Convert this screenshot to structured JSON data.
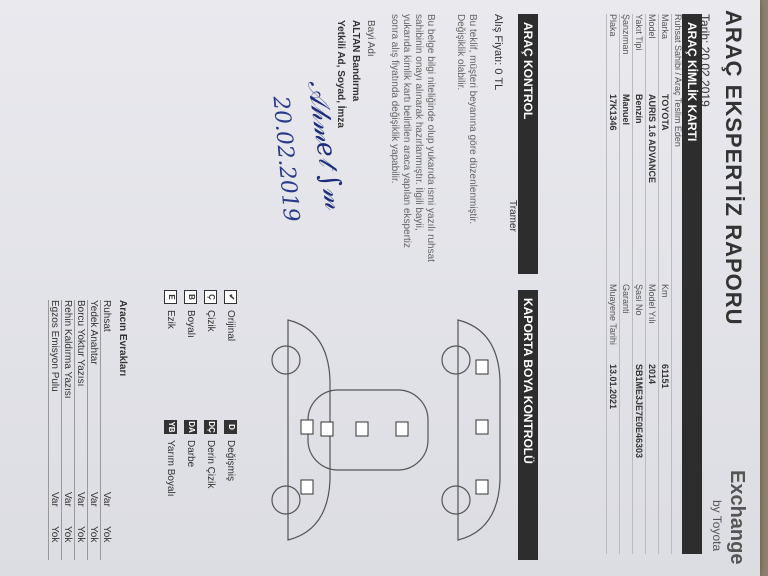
{
  "doc": {
    "title": "ARAÇ EKSPERTİZ RAPORU",
    "date": "Tarih: 20.02.2019",
    "brand": "Exchange",
    "brand_sub": "by Toyota",
    "kimlik_header": "ARAÇ KİMLİK KARTI",
    "kimlik": [
      {
        "label": "Ruhsat Sahibi / Araç Teslim Eden",
        "value": ""
      },
      {
        "label": "Marka",
        "value": "TOYOTA",
        "label2": "Km",
        "value2": "61151"
      },
      {
        "label": "Model",
        "value": "AURIS 1.6 ADVANCE",
        "label2": "Model Yılı",
        "value2": "2014"
      },
      {
        "label": "Yakıt Tipi",
        "value": "Benzin",
        "label2": "Şasi No",
        "value2": "SB1ME3JE7E0E46303"
      },
      {
        "label": "Şanzıman",
        "value": "Manuel",
        "label2": "Garanti",
        "value2": ""
      },
      {
        "label": "Plaka",
        "value": "17K1346",
        "label2": "Muayene Tarihi",
        "value2": "13.01.2021"
      }
    ],
    "kontrol_header": "ARAÇ KONTROL",
    "tramer": "Tramer",
    "price": "Alış Fiyatı: 0 TL",
    "para1": "Bu teklif, müşteri beyanına göre düzenlenmiştir. Değişiklik olabilir.",
    "para2": "Bu belge bilgi niteliğinde olup yukarıda ismi yazılı ruhsat sahibinin onayı alınarak hazırlanmıştır. İlgili bayii, yukarıda kimlik kartı belirtilen araca yapılan ekspertiz sonra alış fiyatında değişiklik yapabilir.",
    "bayi_label": "Bayi Adı",
    "bayi_name": "ALTAN Bandırma",
    "yetkili": "Yetkili Ad, Soyad, İmza",
    "hand_date": "20.02.2019",
    "kaporta_header": "KAPORTA BOYA KONTROLÜ",
    "legend": [
      {
        "code": "✔",
        "label": "Orijinal"
      },
      {
        "code": "Ç",
        "label": "Çizik"
      },
      {
        "code": "B",
        "label": "Boyalı"
      },
      {
        "code": "E",
        "label": "Ezik"
      },
      {
        "code": "D",
        "label": "Değişmiş"
      },
      {
        "code": "DÇ",
        "label": "Derin Çizik"
      },
      {
        "code": "DA",
        "label": "Darbe"
      },
      {
        "code": "YB",
        "label": "Yarım Boyalı"
      }
    ],
    "evrak_header": "Aracın Evrakları",
    "evrak": [
      {
        "label": "Ruhsat",
        "var": "Var",
        "yok": "Yok"
      },
      {
        "label": "Yedek Anahtar",
        "var": "Var",
        "yok": "Yok"
      },
      {
        "label": "Borcu Yoktur Yazısı",
        "var": "Var",
        "yok": "Yok"
      },
      {
        "label": "Rehin Kaldırma Yazısı",
        "var": "Var",
        "yok": "Yok"
      },
      {
        "label": "Egzos Emisyon Pulu",
        "var": "Var",
        "yok": "Yok"
      }
    ]
  }
}
